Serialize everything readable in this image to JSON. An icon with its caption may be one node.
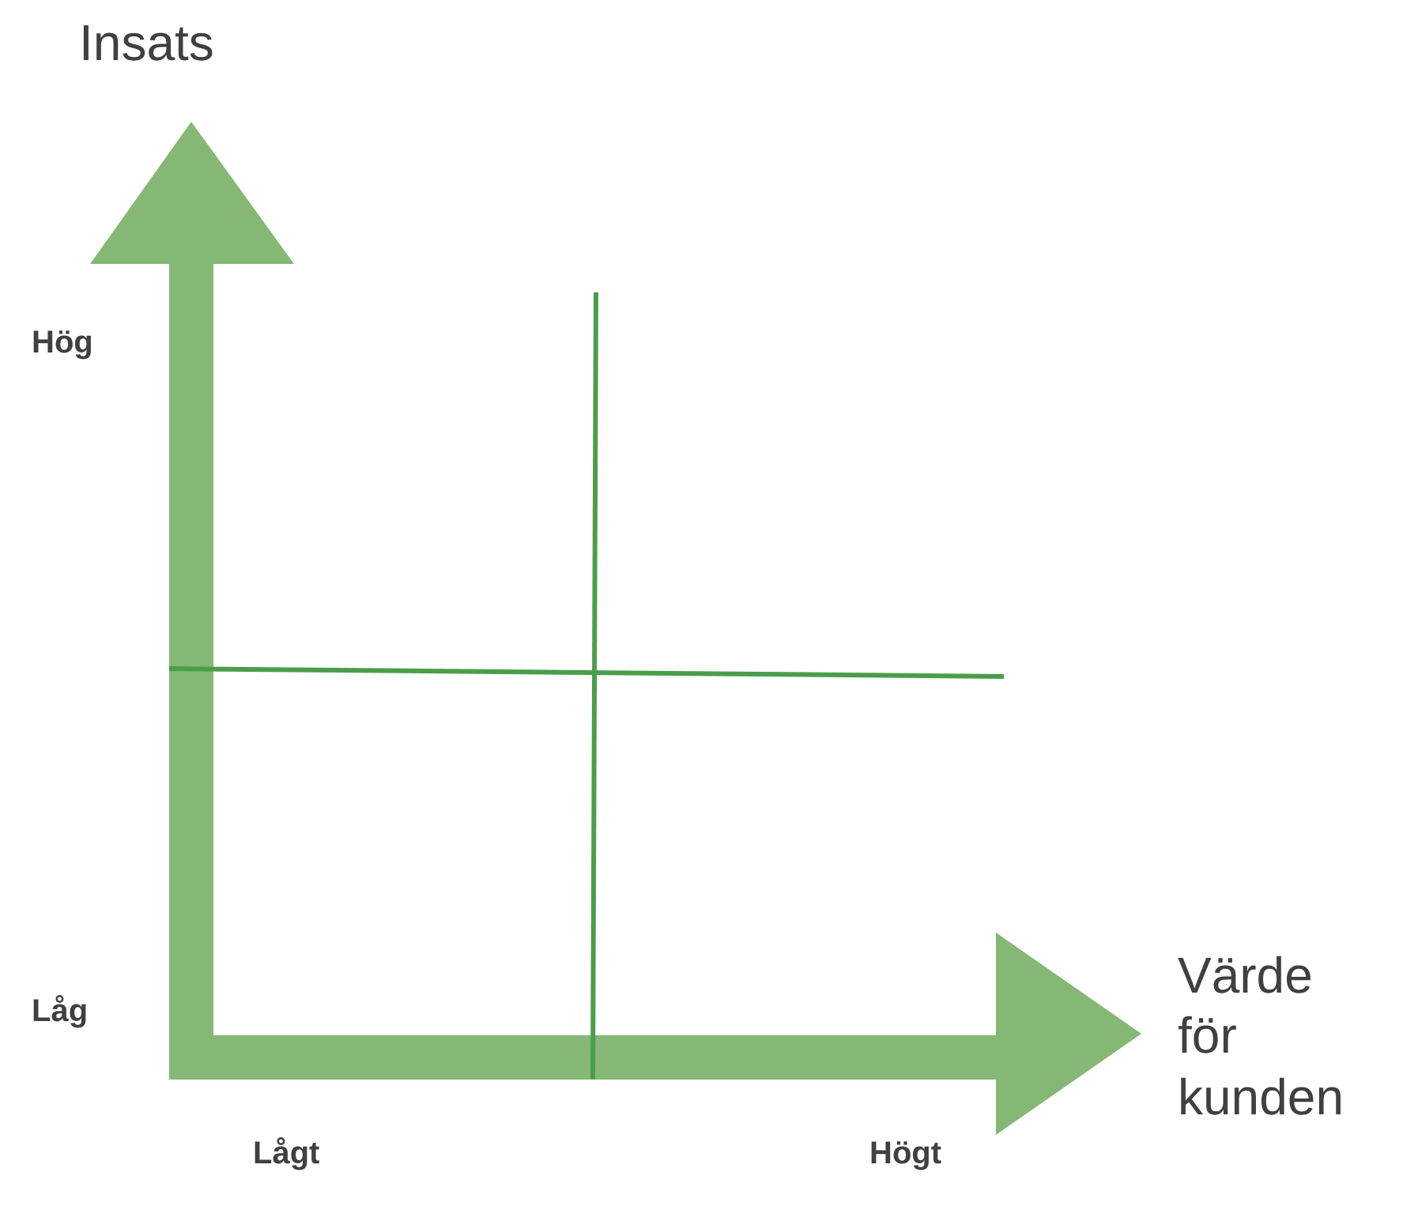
{
  "diagram": {
    "labels": [
      "Insats",
      "Hög",
      "Låg",
      "Värde för kunden",
      "Lågt",
      "Högt"
    ]
  }
}
